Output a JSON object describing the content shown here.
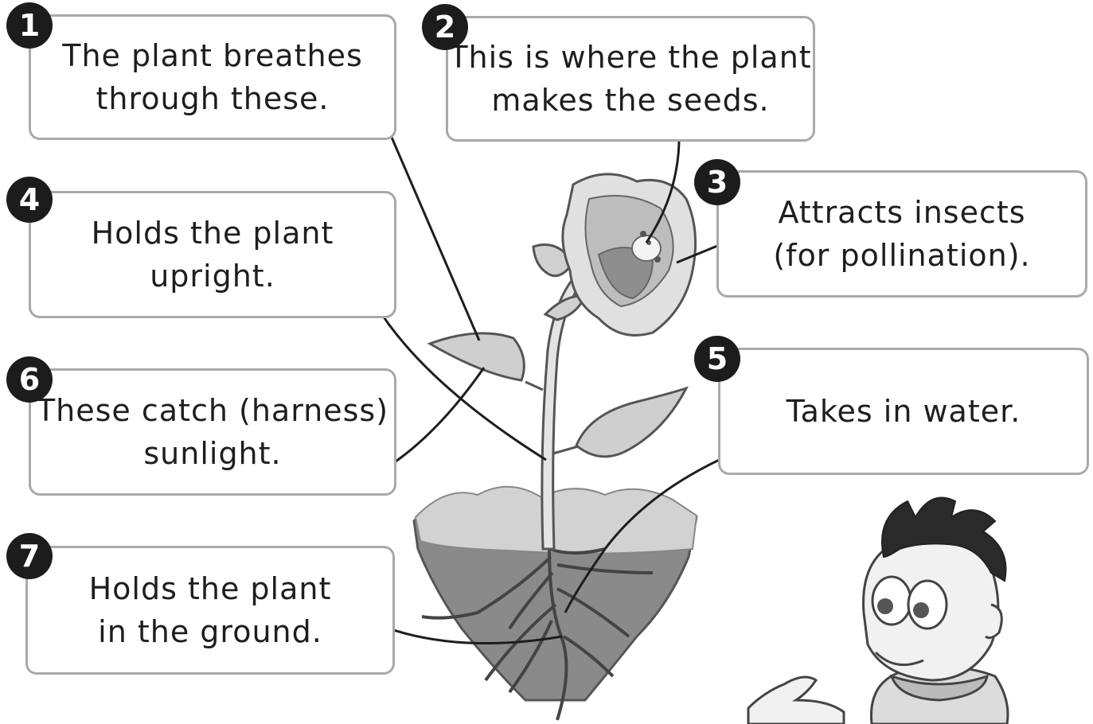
{
  "labels": [
    {
      "number": "1",
      "lines": [
        "The plant breathes",
        "through these."
      ]
    },
    {
      "number": "2",
      "lines": [
        "This is where the plant",
        "makes the seeds."
      ]
    },
    {
      "number": "3",
      "lines": [
        "Attracts insects",
        "(for pollination)."
      ]
    },
    {
      "number": "4",
      "lines": [
        "Holds the plant",
        "upright."
      ]
    },
    {
      "number": "5",
      "lines": [
        "Takes in water."
      ]
    },
    {
      "number": "6",
      "lines": [
        "These catch (harness)",
        "sunlight."
      ]
    },
    {
      "number": "7",
      "lines": [
        "Holds the plant",
        "in the ground."
      ]
    }
  ]
}
